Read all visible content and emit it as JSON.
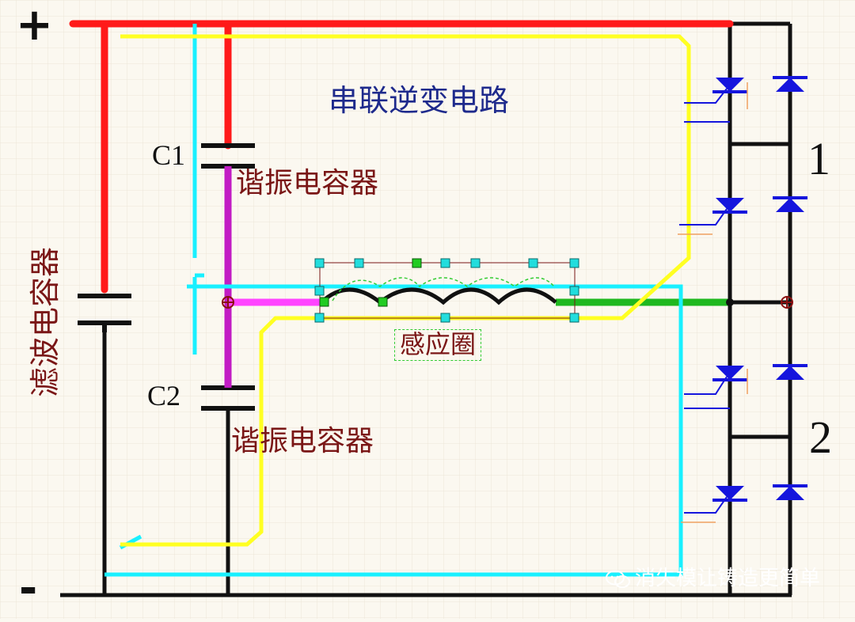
{
  "labels": {
    "plus": "+",
    "minus": "-",
    "c1": "C1",
    "c2": "C2",
    "bridge_arm_1": "1",
    "bridge_arm_2": "2",
    "inverter_circuit": "串联逆变电路",
    "resonant_capacitor_top": "谐振电容器",
    "resonant_capacitor_bottom": "谐振电容器",
    "induction_coil": "感应圈",
    "filter_capacitor": "滤波电容器",
    "watermark": "消失模让铸造更简单"
  },
  "icons": {
    "watermark_logo": "wechat-chat-icon"
  },
  "colors": {
    "positive_bus": "#ff1a1a",
    "negative_bus": "#111111",
    "cyan_loop": "#19f0ff",
    "yellow_loop": "#ffff22",
    "magenta_link": "#c21cc4",
    "coil_tap": "#ff44ff",
    "green_link": "#1fb81f",
    "diode": "#1515dd",
    "label_dark_red": "#7a1616",
    "label_blue": "#1e2a8c"
  }
}
